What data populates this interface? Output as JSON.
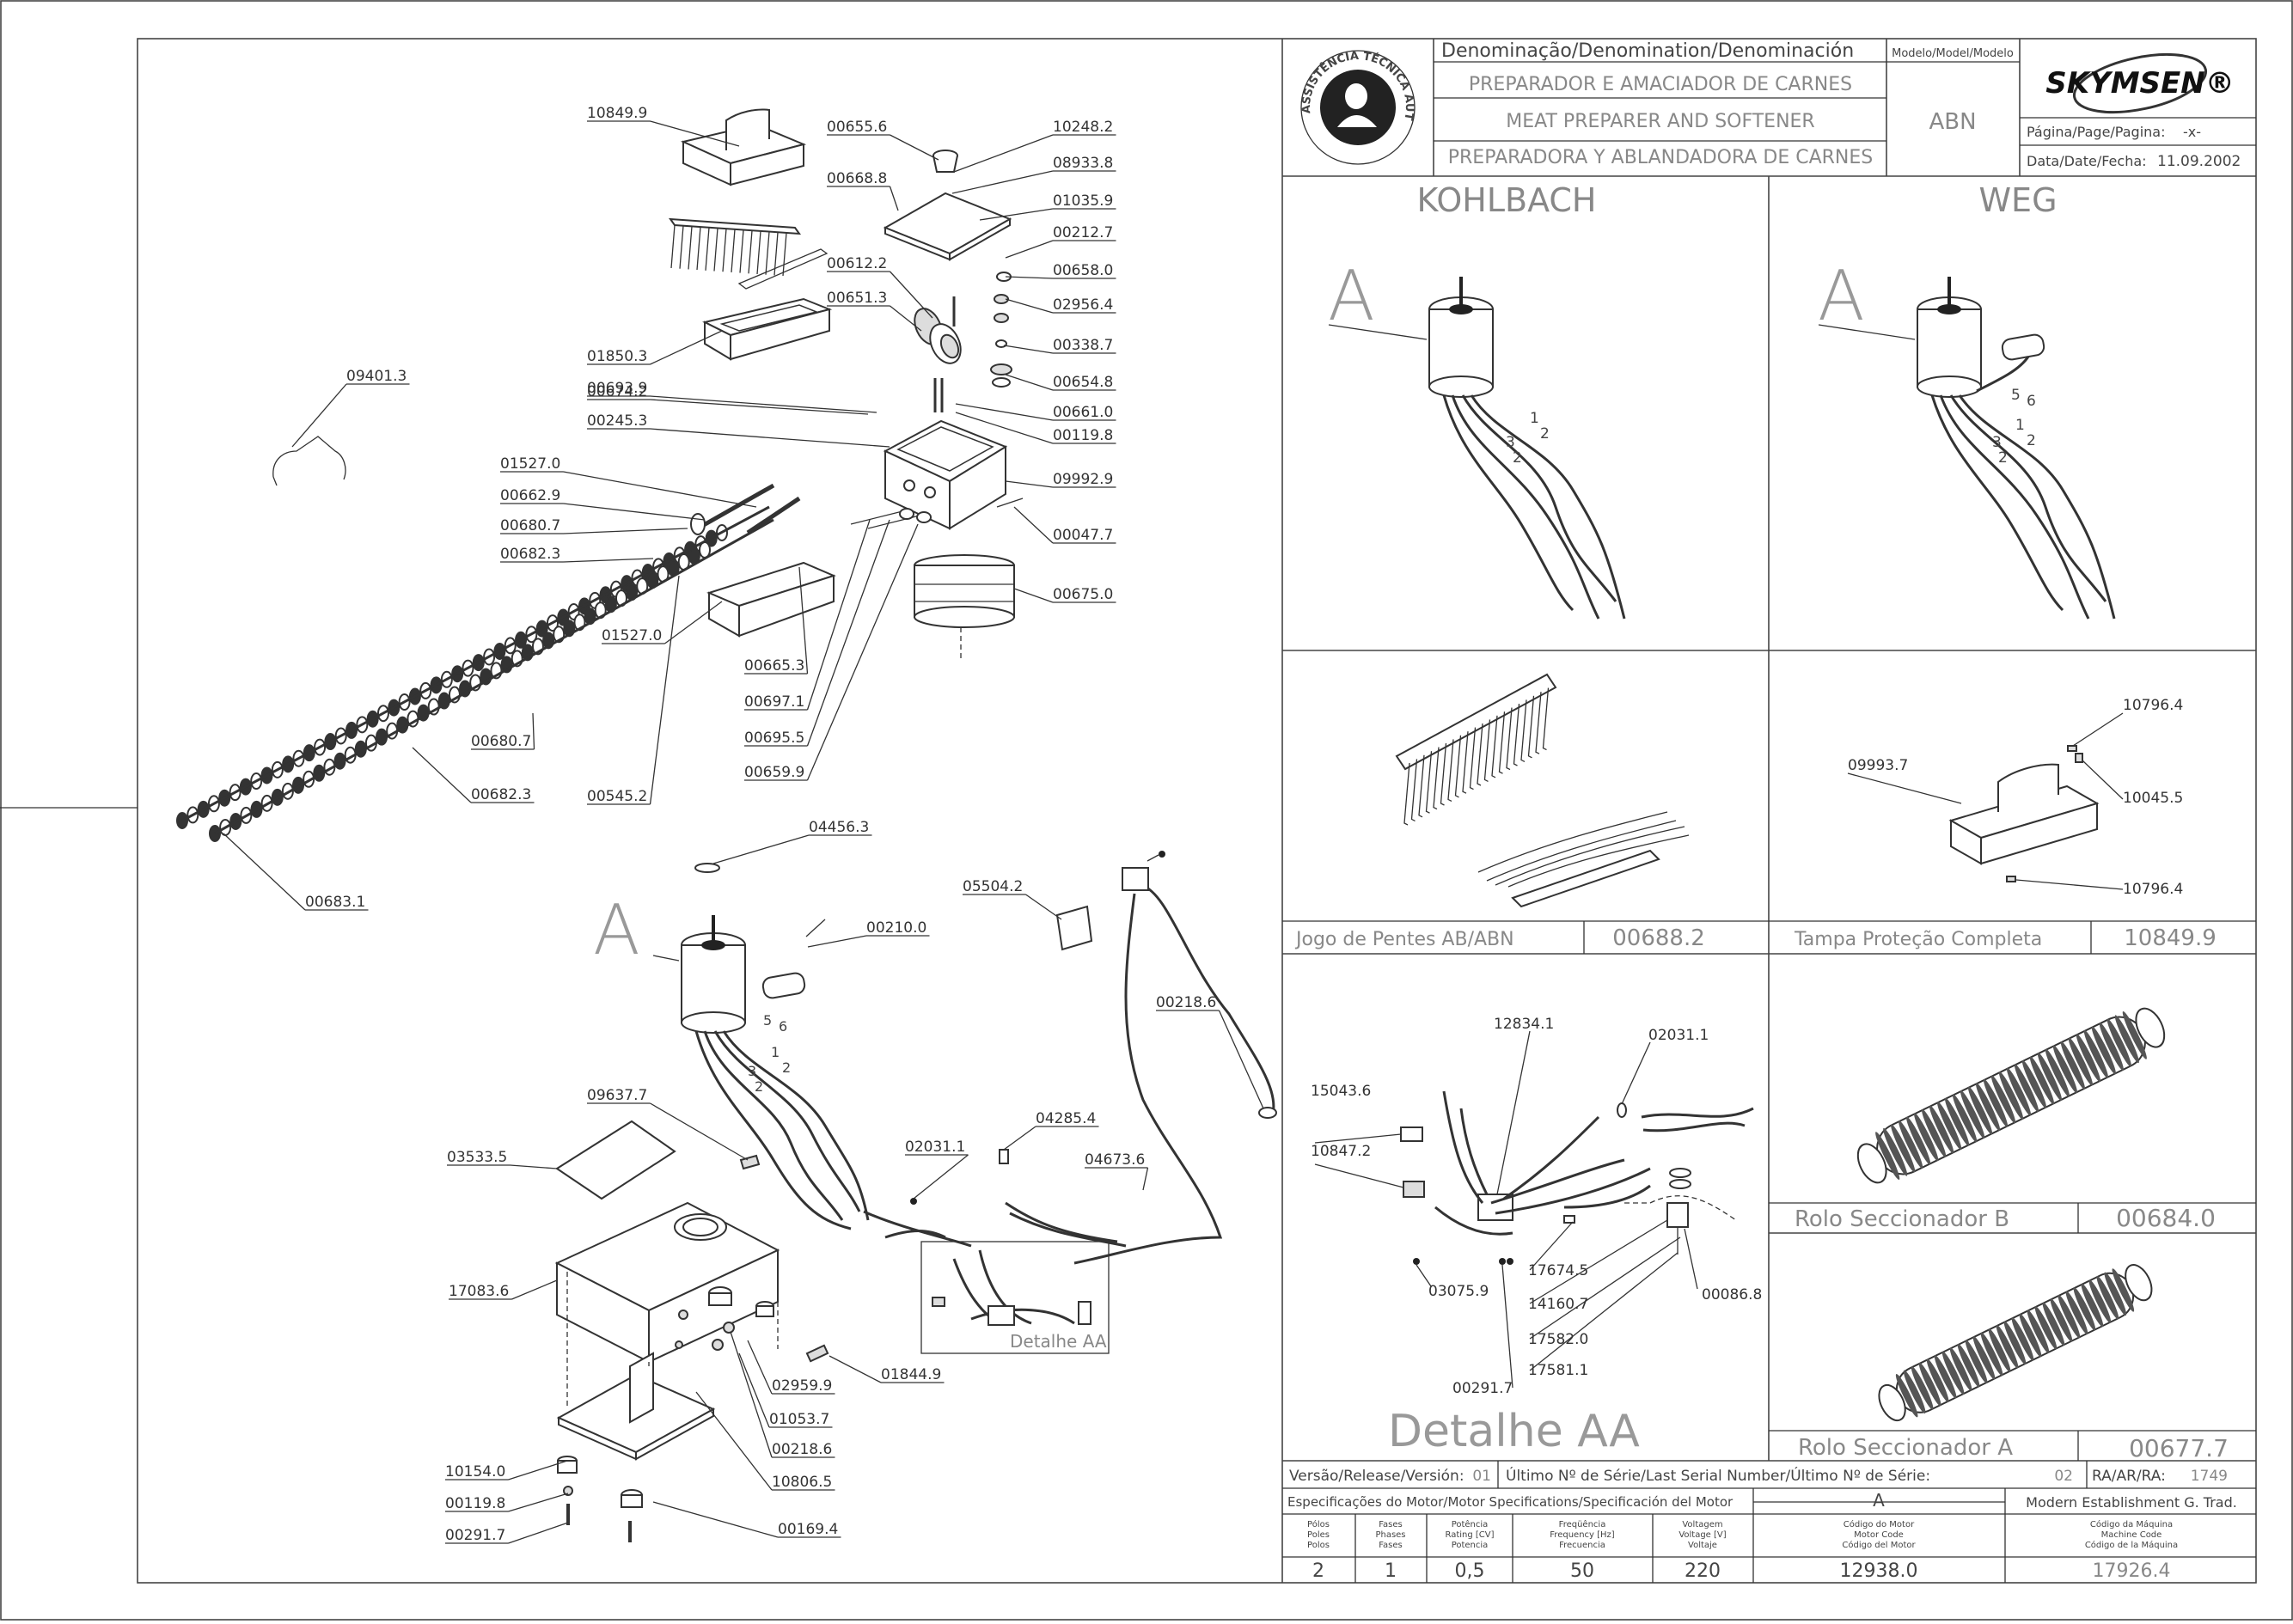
{
  "header": {
    "denomination_label": "Denominação/Denomination/Denominación",
    "model_label": "Modelo/Model/Modelo",
    "name_pt": "PREPARADOR E AMACIADOR DE CARNES",
    "name_en": "MEAT PREPARER AND SOFTENER",
    "name_es": "PREPARADORA Y ABLANDADORA DE CARNES",
    "model": "ABN",
    "brand": "SKYMSEN®",
    "page_label": "Página/Page/Pagina:",
    "page_value": "-x-",
    "date_label": "Data/Date/Fecha:",
    "date_value": "11.09.2002",
    "seal_text": "ASSISTÊNCIA TÉCNICA AUTORIZADA"
  },
  "motors": {
    "kohlbach": {
      "title": "KOHLBACH",
      "letter": "A",
      "wires": [
        "1",
        "2",
        "3",
        "2"
      ]
    },
    "weg": {
      "title": "WEG",
      "letter": "A",
      "wires": [
        "5",
        "6",
        "1",
        "2",
        "3",
        "2"
      ]
    }
  },
  "panels": {
    "comb": {
      "label": "Jogo de Pentes AB/ABN",
      "code": "00688.2"
    },
    "cover": {
      "label": "Tampa  Proteção Completa",
      "code": "10849.9",
      "parts": [
        "10796.4",
        "09993.7",
        "10045.5",
        "10796.4"
      ]
    },
    "roller_b": {
      "label": "Rolo Seccionador B",
      "code": "00684.0"
    },
    "roller_a": {
      "label": "Rolo Seccionador A",
      "code": "00677.7"
    },
    "detail": {
      "title": "Detalhe  AA",
      "parts": [
        "12834.1",
        "02031.1",
        "15043.6",
        "10847.2",
        "17674.5",
        "14160.7",
        "00086.8",
        "03075.9",
        "17582.0",
        "17581.1",
        "00291.7"
      ]
    }
  },
  "main_drawing": {
    "motor_letter": "A",
    "detail_label": "Detalhe  AA",
    "motor_wires": [
      "5",
      "6",
      "1",
      "2",
      "3",
      "2"
    ],
    "parts": [
      "10849.9",
      "00655.6",
      "10248.2",
      "08933.8",
      "00668.8",
      "01035.9",
      "00212.7",
      "00612.2",
      "00658.0",
      "00651.3",
      "02956.4",
      "01850.3",
      "00338.7",
      "00674.2",
      "00654.8",
      "09401.3",
      "00693.9",
      "00661.0",
      "00245.3",
      "00119.8",
      "01527.0",
      "09992.9",
      "00662.9",
      "00680.7",
      "00047.7",
      "00682.3",
      "01527.0",
      "00675.0",
      "00665.3",
      "00697.1",
      "00680.7",
      "00695.5",
      "00682.3",
      "00545.2",
      "00659.9",
      "00683.1",
      "04456.3",
      "05504.2",
      "00210.0",
      "00218.6",
      "09637.7",
      "03533.5",
      "02031.1",
      "04285.4",
      "04673.6",
      "17083.6",
      "02959.9",
      "01844.9",
      "01053.7",
      "00218.6",
      "10154.0",
      "10806.5",
      "00119.8",
      "00169.4",
      "00291.7"
    ]
  },
  "footer": {
    "release_label": "Versão/Release/Versión:",
    "release_value": "01",
    "serial_label": "Último Nº de Série/Last Serial Number/Último Nº de Série:",
    "serial_value": "02",
    "ra_label": "RA/AR/RA:",
    "ra_value": "1749",
    "motor_spec_label": "Especificações do Motor/Motor Specifications/Specificación del Motor",
    "motor_letter": "A",
    "establishment": "Modern Establishment G. Trad.",
    "columns": [
      {
        "label": "Pólos\nPoles\nPolos",
        "value": "2"
      },
      {
        "label": "Fases\nPhases\nFases",
        "value": "1"
      },
      {
        "label": "Potência\nRating [CV]\nPotencia",
        "value": "0,5"
      },
      {
        "label": "Freqüência\nFrequency [Hz]\nFrecuencia",
        "value": "50"
      },
      {
        "label": "Voltagem\nVoltage [V]\nVoltaje",
        "value": "220"
      },
      {
        "label": "Código do Motor\nMotor Code\nCódigo del Motor",
        "value": "12938.0"
      },
      {
        "label": "Código da Máquina\nMachine Code\nCódigo de la Máquina",
        "value": "17926.4"
      }
    ]
  }
}
